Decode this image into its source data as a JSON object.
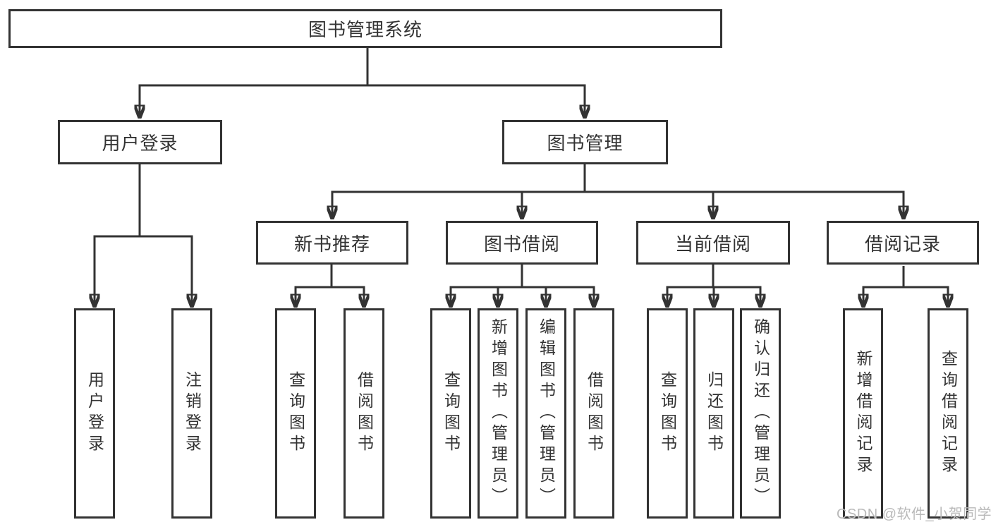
{
  "tree": {
    "label": "图书管理系统",
    "children": [
      {
        "label": "用户登录",
        "children": [
          {
            "label": "用户登录"
          },
          {
            "label": "注销登录"
          }
        ]
      },
      {
        "label": "图书管理",
        "children": [
          {
            "label": "新书推荐",
            "children": [
              {
                "label": "查询图书"
              },
              {
                "label": "借阅图书"
              }
            ]
          },
          {
            "label": "图书借阅",
            "children": [
              {
                "label": "查询图书"
              },
              {
                "label": "新增图书（管理员）"
              },
              {
                "label": "编辑图书（管理员）"
              },
              {
                "label": "借阅图书"
              }
            ]
          },
          {
            "label": "当前借阅",
            "children": [
              {
                "label": "查询图书"
              },
              {
                "label": "归还图书"
              },
              {
                "label": "确认归还（管理员）"
              }
            ]
          },
          {
            "label": "借阅记录",
            "children": [
              {
                "label": "新增借阅记录"
              },
              {
                "label": "查询借阅记录"
              }
            ]
          }
        ]
      }
    ]
  },
  "watermark": {
    "text": "CSDN @软件_小贺同学"
  },
  "colors": {
    "line": "#333333",
    "box_border": "#333333",
    "text": "#333333",
    "watermark": "#b9b9b9",
    "background": "#ffffff"
  }
}
